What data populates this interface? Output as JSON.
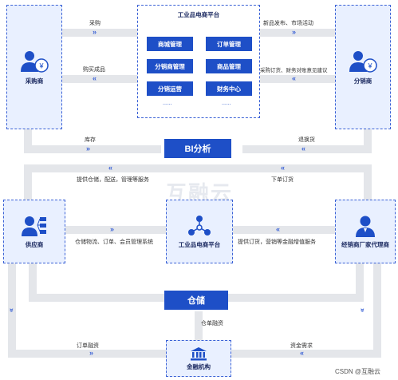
{
  "top": {
    "platform_title": "工业品电商平台",
    "modules": [
      "商城管理",
      "订单管理",
      "分销商管理",
      "商品管理",
      "分销运营",
      "财务中心"
    ],
    "more": "......",
    "buyer": "采购商",
    "distributor": "分销商",
    "edges": {
      "purchase": "采购",
      "buy_goods": "购买成品",
      "new_release": "新品发布、市场活动",
      "order_finance": "采购订货、财务对账意见建议"
    }
  },
  "middle": {
    "bi_label": "BI分析",
    "inventory": "库存",
    "exchange": "退换货",
    "warehouse_service": "提供仓储，配送，管理等服务",
    "place_order": "下单订货",
    "watermark": "互融云"
  },
  "lower": {
    "supplier": "供应商",
    "platform": "工业品电商平台",
    "dealer": "经销商厂家代理商",
    "supplier_edge": "仓储物流、订单、会员管理系统",
    "dealer_edge": "提供订货，营销等金融增值服务",
    "storage": "仓储",
    "warehouse_finance": "仓单融资",
    "order_finance": "订单融资",
    "fund_demand": "资金需求",
    "bank": "金融机构"
  },
  "footer": "CSDN @互融云",
  "colors": {
    "primary": "#1e4fc7",
    "border": "#3b62d6",
    "fill": "#e9f0ff",
    "track": "#e4e6ea"
  }
}
